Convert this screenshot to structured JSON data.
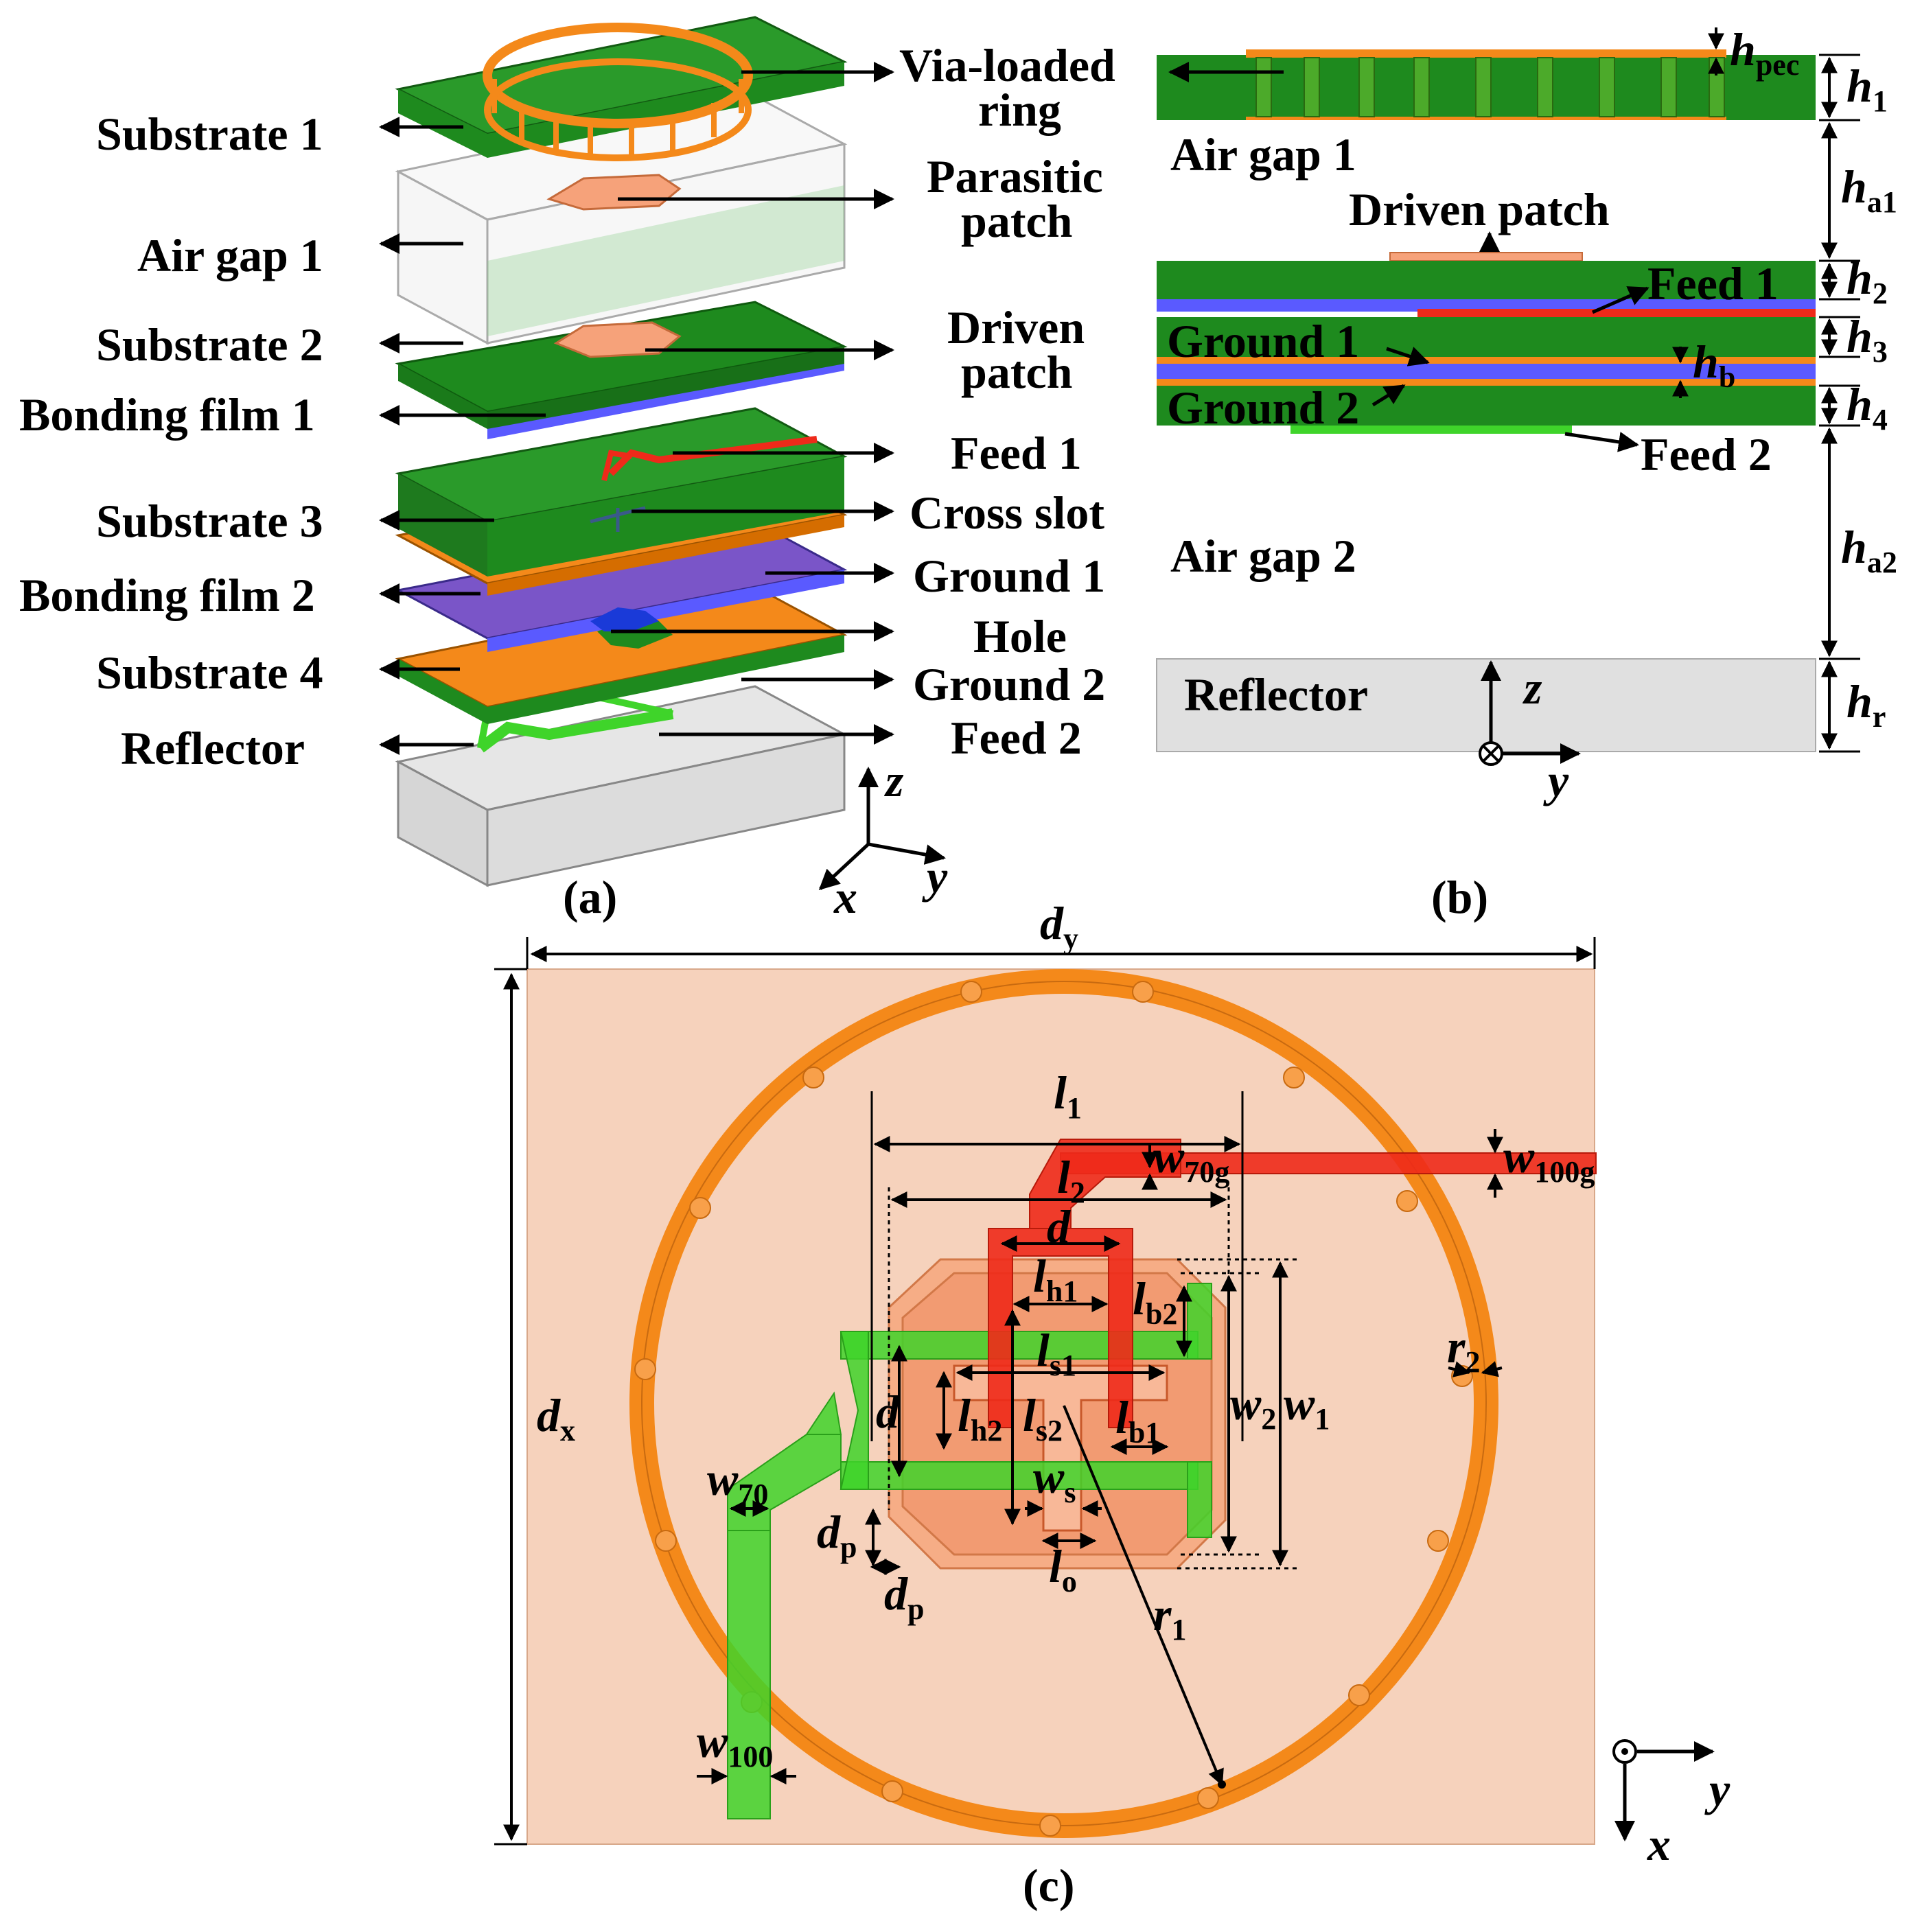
{
  "panel_a": {
    "caption": "(a)",
    "left_labels": [
      "Substrate 1",
      "Air gap 1",
      "Substrate 2",
      "Bonding film 1",
      "Substrate 3",
      "Bonding film 2",
      "Substrate 4",
      "Reflector"
    ],
    "right_labels": {
      "via1": "Via-loaded",
      "via2": "ring",
      "para1": "Parasitic",
      "para2": "patch",
      "drv1": "Driven",
      "drv2": "patch",
      "feed1": "Feed 1",
      "cross": "Cross slot",
      "gnd1": "Ground 1",
      "hole": "Hole",
      "gnd2": "Ground 2",
      "feed2": "Feed 2"
    },
    "axes": {
      "z": "z",
      "x": "x",
      "y": "y"
    }
  },
  "panel_b": {
    "caption": "(b)",
    "labels": {
      "air1": "Air gap 1",
      "driven": "Driven patch",
      "feed1": "Feed 1",
      "gnd1": "Ground 1",
      "gnd2": "Ground 2",
      "feed2": "Feed 2",
      "air2": "Air gap 2",
      "reflector": "Reflector"
    },
    "dims": [
      {
        "sym": "h",
        "sub": "pec"
      },
      {
        "sym": "h",
        "sub": "1"
      },
      {
        "sym": "h",
        "sub": "a1"
      },
      {
        "sym": "h",
        "sub": "2"
      },
      {
        "sym": "h",
        "sub": "3"
      },
      {
        "sym": "h",
        "sub": "b"
      },
      {
        "sym": "h",
        "sub": "4"
      },
      {
        "sym": "h",
        "sub": "a2"
      },
      {
        "sym": "h",
        "sub": "r"
      }
    ],
    "axes": {
      "z": "z",
      "y": "y"
    }
  },
  "panel_c": {
    "caption": "(c)",
    "dims": {
      "dy": {
        "sym": "d",
        "sub": "y"
      },
      "dx": {
        "sym": "d",
        "sub": "x"
      },
      "l1": {
        "sym": "l",
        "sub": "1"
      },
      "l2": {
        "sym": "l",
        "sub": "2"
      },
      "w70g": {
        "sym": "w",
        "sub": "70g"
      },
      "w100g": {
        "sym": "w",
        "sub": "100g"
      },
      "d_top": {
        "sym": "d",
        "sub": ""
      },
      "lh1": {
        "sym": "l",
        "sub": "h1"
      },
      "lb2": {
        "sym": "l",
        "sub": "b2"
      },
      "ls1": {
        "sym": "l",
        "sub": "s1"
      },
      "r2": {
        "sym": "r",
        "sub": "2"
      },
      "d_left": {
        "sym": "d",
        "sub": ""
      },
      "lh2": {
        "sym": "l",
        "sub": "h2"
      },
      "ls2": {
        "sym": "l",
        "sub": "s2"
      },
      "lb1": {
        "sym": "l",
        "sub": "b1"
      },
      "w2": {
        "sym": "w",
        "sub": "2"
      },
      "w1": {
        "sym": "w",
        "sub": "1"
      },
      "w70": {
        "sym": "w",
        "sub": "70"
      },
      "ws": {
        "sym": "w",
        "sub": "s"
      },
      "dp1": {
        "sym": "d",
        "sub": "p"
      },
      "lo": {
        "sym": "l",
        "sub": "o"
      },
      "dp2": {
        "sym": "d",
        "sub": "p"
      },
      "r1": {
        "sym": "r",
        "sub": "1"
      },
      "w100": {
        "sym": "w",
        "sub": "100"
      }
    },
    "axes": {
      "y": "y",
      "x": "x"
    }
  },
  "colors": {
    "substrate": "#1e8a1e",
    "copper": "#f4891a",
    "patch": "#f6a27a",
    "board": "#f6d2bc",
    "feed_red": "#ee2a1a",
    "feed_green": "#3fd42a",
    "bonding": "#5a5aff",
    "air": "#f2f2f2",
    "reflector": "#e0e0e0"
  }
}
